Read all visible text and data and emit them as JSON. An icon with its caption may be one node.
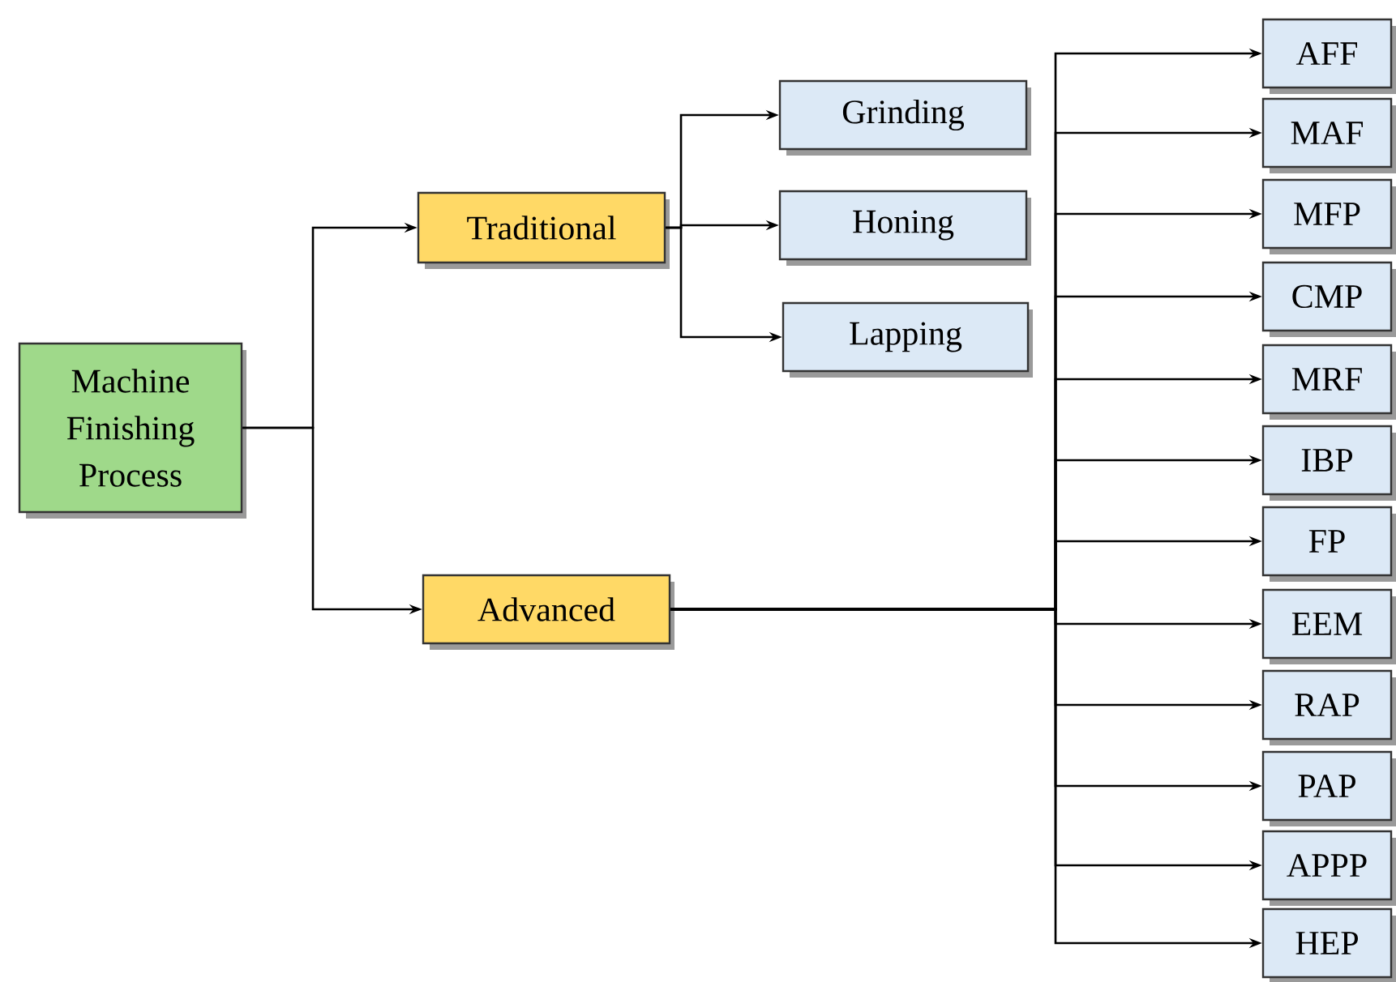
{
  "diagram": {
    "nodes": [
      {
        "text": [
          "Machine Finishing Process"
        ]
      },
      {
        "text": [
          "Traditional"
        ]
      },
      {
        "text": [
          "Advanced"
        ]
      },
      {
        "text": [
          "Grinding"
        ]
      },
      {
        "text": [
          "Honing"
        ]
      },
      {
        "text": [
          "Lapping"
        ]
      },
      {
        "text": [
          "AFF"
        ]
      },
      {
        "text": [
          "MAF"
        ]
      },
      {
        "text": [
          "MFP"
        ]
      },
      {
        "text": [
          "CMP"
        ]
      },
      {
        "text": [
          "MRF"
        ]
      },
      {
        "text": [
          "IBP"
        ]
      },
      {
        "text": [
          "FP"
        ]
      },
      {
        "text": [
          "EEM"
        ]
      },
      {
        "text": [
          "RAP"
        ]
      },
      {
        "text": [
          "PAP"
        ]
      },
      {
        "text": [
          "APPP"
        ]
      },
      {
        "text": [
          "HEP"
        ]
      }
    ],
    "edges": [
      {
        "from": 0,
        "to": 1,
        "arrow": "to"
      },
      {
        "from": 0,
        "to": 2,
        "arrow": "to"
      },
      {
        "from": 1,
        "to": 3,
        "arrow": "to"
      },
      {
        "from": 1,
        "to": 4,
        "arrow": "to"
      },
      {
        "from": 1,
        "to": 5,
        "arrow": "to"
      },
      {
        "from": 2,
        "to": 6,
        "arrow": "to"
      },
      {
        "from": 2,
        "to": 7,
        "arrow": "to"
      },
      {
        "from": 2,
        "to": 8,
        "arrow": "to"
      },
      {
        "from": 2,
        "to": 9,
        "arrow": "to"
      },
      {
        "from": 2,
        "to": 10,
        "arrow": "to"
      },
      {
        "from": 2,
        "to": 11,
        "arrow": "to"
      },
      {
        "from": 2,
        "to": 12,
        "arrow": "to"
      },
      {
        "from": 2,
        "to": 13,
        "arrow": "to"
      },
      {
        "from": 2,
        "to": 14,
        "arrow": "to"
      },
      {
        "from": 2,
        "to": 15,
        "arrow": "to"
      },
      {
        "from": 2,
        "to": 16,
        "arrow": "to"
      },
      {
        "from": 2,
        "to": 17,
        "arrow": "to"
      }
    ]
  }
}
